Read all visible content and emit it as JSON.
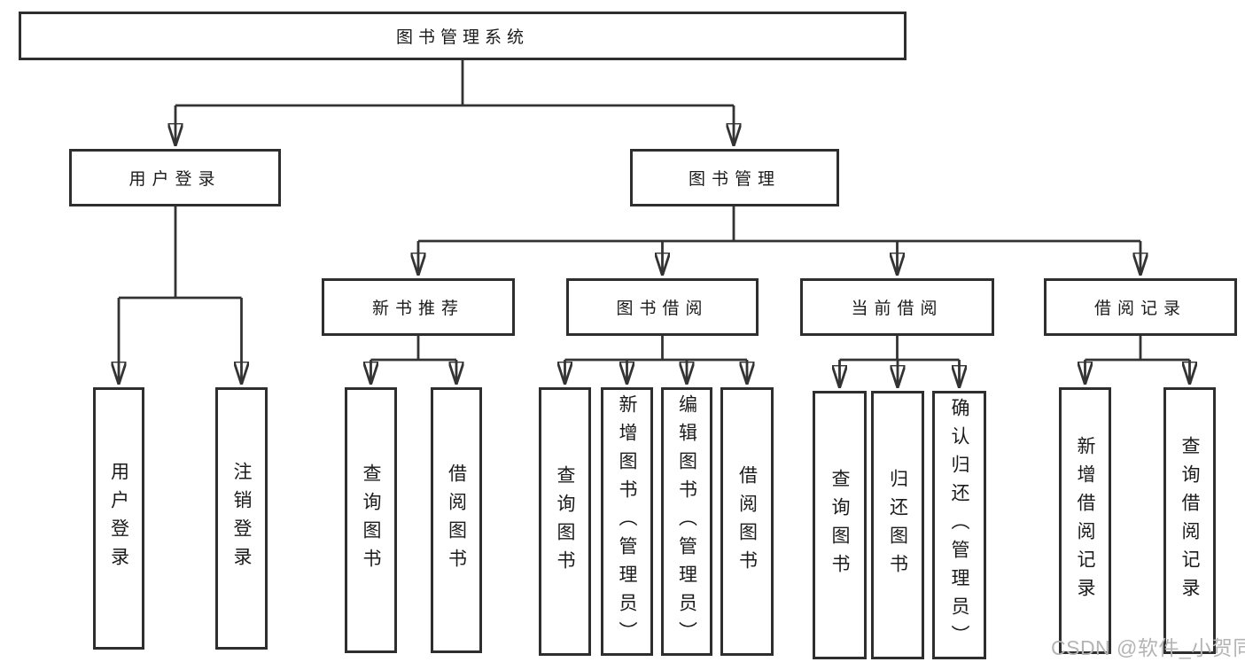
{
  "diagram": {
    "root": {
      "label": "图书管理系统"
    },
    "level2": {
      "user_login": {
        "label": "用户登录"
      },
      "book_management": {
        "label": "图书管理"
      }
    },
    "level3": {
      "new_book_recommend": {
        "label": "新书推荐"
      },
      "book_borrowing": {
        "label": "图书借阅"
      },
      "current_borrowing": {
        "label": "当前借阅"
      },
      "borrowing_records": {
        "label": "借阅记录"
      }
    },
    "leaves": {
      "user_login": [
        "用户登录",
        "注销登录"
      ],
      "new_book_recommend": [
        "查询图书",
        "借阅图书"
      ],
      "book_borrowing": [
        "查询图书",
        "新增图书（管理员）",
        "编辑图书（管理员）",
        "借阅图书"
      ],
      "current_borrowing": [
        "查询图书",
        "归还图书",
        "确认归还（管理员）"
      ],
      "borrowing_records": [
        "新增借阅记录",
        "查询借阅记录"
      ]
    },
    "watermark": "CSDN @软件_小贺同学",
    "colors": {
      "line": "#333333",
      "box_border": "#2e2e2e",
      "box_fill": "#ffffff",
      "text": "#1b1b1b",
      "watermark": "#b4b4b4",
      "background": "#ffffff"
    }
  }
}
